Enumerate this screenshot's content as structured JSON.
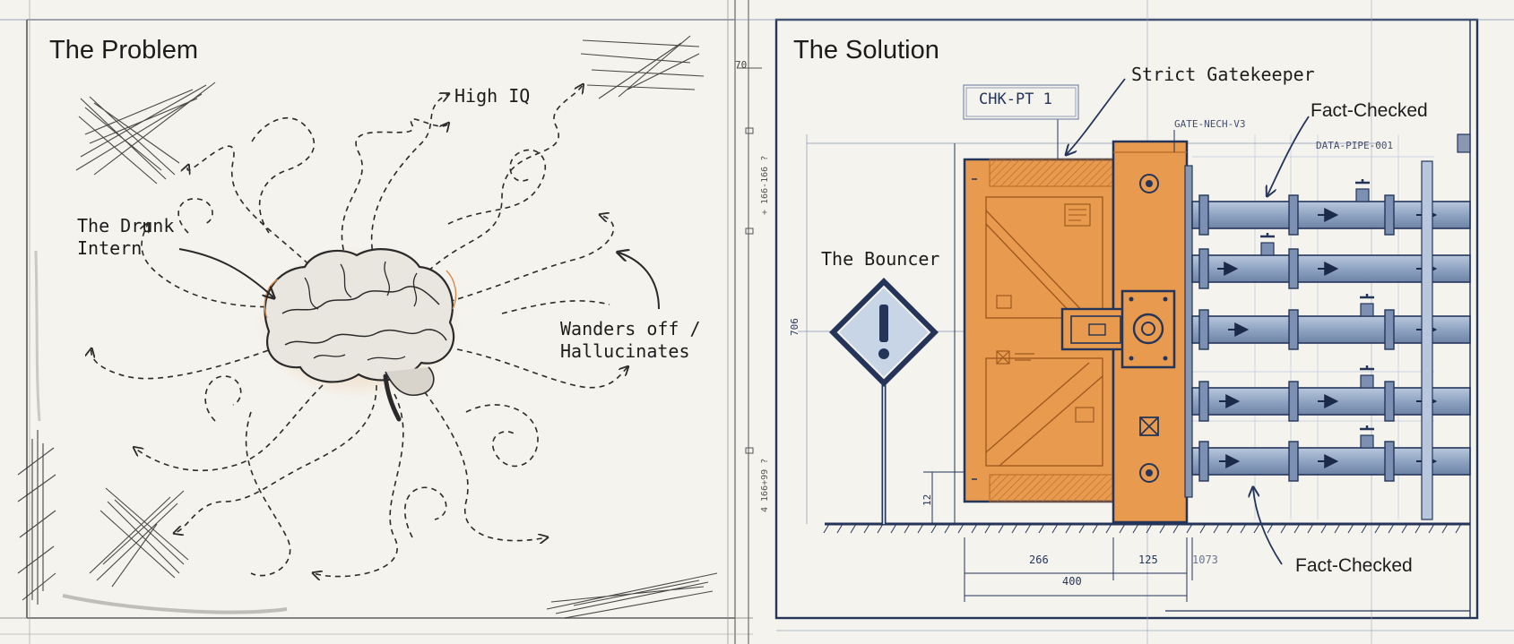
{
  "left_panel": {
    "title": "The Problem",
    "labels": {
      "high_iq": "High IQ",
      "drunk_intern": "The Drunk\nIntern",
      "wanders_off": "Wanders off /\nHallucinates"
    },
    "margin_marks": {
      "top_value": "70",
      "upper_value": "+ 166-166 ?",
      "lower_value": "4 166+99 ?"
    }
  },
  "right_panel": {
    "title": "The Solution",
    "labels": {
      "checkpoint": "CHK-PT 1",
      "strict_gatekeeper": "Strict Gatekeeper",
      "gate_mech": "GATE-NECH-V3",
      "fact_checked_top": "Fact-Checked",
      "data_pipe": "DATA-PIPE-001",
      "bouncer": "The Bouncer",
      "fact_checked_bottom": "Fact-Checked"
    },
    "dimensions": {
      "height": "706",
      "offset": "12",
      "width_door": "266",
      "width_gate": "125",
      "width_extra": "1073",
      "width_total": "400"
    },
    "colors": {
      "accent_orange": "#e89a4e",
      "pipe_blue": "#8fa4c2",
      "ink_navy": "#25355a",
      "sign_blue": "#c7d5e6"
    }
  }
}
